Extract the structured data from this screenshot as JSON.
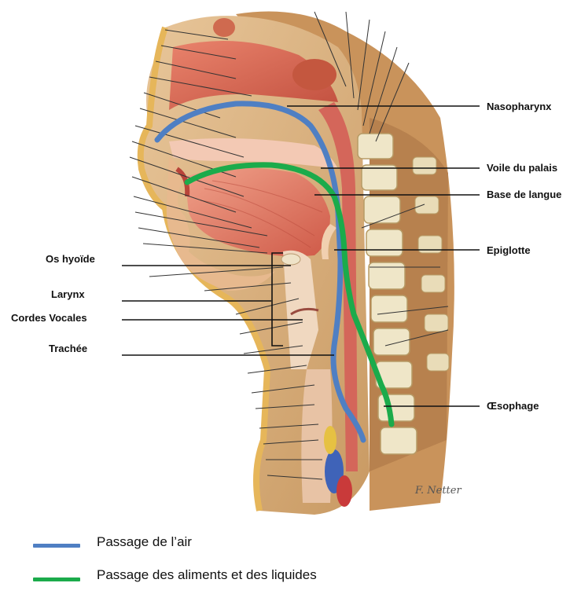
{
  "labels": {
    "nasopharynx": "Nasopharynx",
    "voile_du_palais": "Voile du palais",
    "base_de_langue": "Base de langue",
    "epiglotte": "Epiglotte",
    "oesophage": "Œsophage",
    "os_hyoide": "Os hyoïde",
    "larynx": "Larynx",
    "cordes_vocales": "Cordes Vocales",
    "trachee": "Trachée"
  },
  "legend": [
    {
      "label": "Passage de l’air",
      "color": "#4f7fc3"
    },
    {
      "label": "Passage des aliments et des liquides",
      "color": "#1bab4b"
    }
  ],
  "signature": "F. Netter"
}
